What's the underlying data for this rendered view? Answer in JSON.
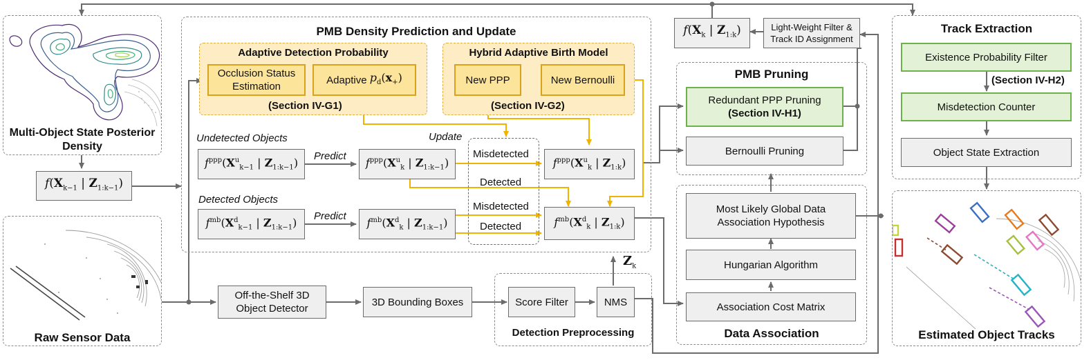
{
  "groups": {
    "pmb_density": "PMB Density Prediction and Update",
    "adaptive_detection": "Adaptive Detection Probability",
    "hybrid_birth": "Hybrid Adaptive Birth Model",
    "pmb_pruning": "PMB Pruning",
    "track_extraction": "Track Extraction",
    "detection_preprocessing": "Detection Preprocessing",
    "data_association": "Data Association"
  },
  "boxes": {
    "occlusion": "Occlusion Status Estimation",
    "adaptive_pd_text": "Adaptive",
    "adaptive_pd_math": "p_d(x_+)",
    "new_ppp": "New PPP",
    "new_bernoulli": "New Bernoulli",
    "redundant_ppp": "Redundant PPP Pruning",
    "redundant_ppp_section": "(Section IV-H1)",
    "bernoulli_pruning": "Bernoulli Pruning",
    "light_weight_filter": "Light-Weight Filter & Track ID Assignment",
    "existence_filter": "Existence Probability Filter",
    "misdetection_counter": "Misdetection Counter",
    "object_state_extraction": "Object State Extraction",
    "most_likely": "Most Likely Global Data Association Hypothesis",
    "hungarian": "Hungarian Algorithm",
    "cost_matrix": "Association Cost Matrix",
    "detector": "Off-the-Shelf 3D Object Detector",
    "bounding_boxes": "3D Bounding Boxes",
    "score_filter": "Score Filter",
    "nms": "NMS"
  },
  "formulas": {
    "prior_density": "f(X_{k-1} | Z_{1:k-1})",
    "posterior_top": "f(X_k | Z_{1:k})",
    "ppp_prev": "f^ppp(X^u_{k-1} | Z_{1:k-1})",
    "ppp_pred": "f^ppp(X^u_k | Z_{1:k-1})",
    "ppp_upd": "f^ppp(X^u_k | Z_{1:k})",
    "mb_prev": "f^mb(X^d_{k-1} | Z_{1:k-1})",
    "mb_pred": "f^mb(X^d_k | Z_{1:k-1})",
    "mb_upd": "f^mb(X^d_k | Z_{1:k})",
    "measurement": "Z_k"
  },
  "labels": {
    "section_g1": "(Section IV-G1)",
    "section_g2": "(Section IV-G2)",
    "section_h2": "(Section IV-H2)",
    "undetected_objects": "Undetected Objects",
    "detected_objects": "Detected Objects",
    "predict_1": "Predict",
    "predict_2": "Predict",
    "update": "Update",
    "misdetected_1": "Misdetected",
    "detected_1": "Detected",
    "misdetected_2": "Misdetected",
    "detected_2": "Detected"
  },
  "captions": {
    "state_density": "Multi-Object State Posterior Density",
    "raw_sensor": "Raw Sensor Data",
    "estimated_tracks": "Estimated Object Tracks"
  },
  "colors": {
    "arrow_gray": "#6b6b6b",
    "arrow_yellow": "#f0b400",
    "yellow_box_fill": "#fde49b",
    "yellow_box_border": "#d9a21b",
    "yellow_panel_fill": "#fdecc4",
    "green_box_fill": "#e3f1d6",
    "green_box_border": "#6db14a",
    "gray_box_fill": "#efefef"
  }
}
